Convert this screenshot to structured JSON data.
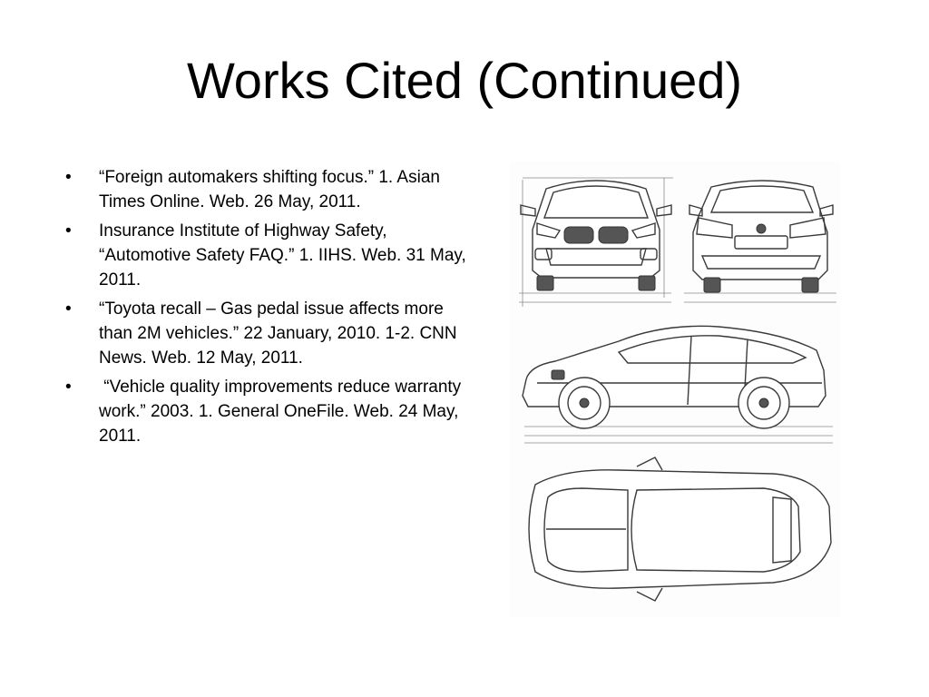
{
  "slide": {
    "title": "Works Cited (Continued)",
    "bullet_glyph": "•",
    "citations": [
      "“Foreign automakers shifting focus.” 1. Asian Times Online. Web. 26 May, 2011.",
      "Insurance Institute of Highway Safety, “Automotive Safety FAQ.” 1. IIHS. Web. 31 May, 2011.",
      "“Toyota recall – Gas pedal issue affects more than 2M vehicles.” 22 January, 2010. 1-2. CNN News. Web. 12 May, 2011.",
      " “Vehicle quality improvements reduce warranty work.” 2003. 1. General OneFile. Web. 24 May, 2011."
    ]
  },
  "figure": {
    "views": [
      "front-view",
      "rear-view",
      "side-view",
      "top-view"
    ]
  }
}
